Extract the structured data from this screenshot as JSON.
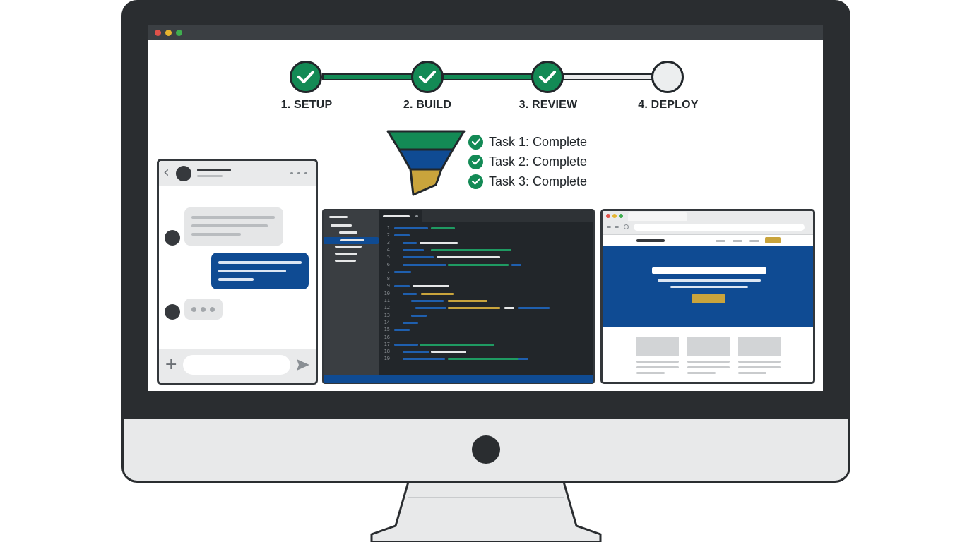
{
  "stepper": {
    "steps": [
      {
        "label": "1. SETUP",
        "status": "complete"
      },
      {
        "label": "2. BUILD",
        "status": "complete"
      },
      {
        "label": "3. REVIEW",
        "status": "complete"
      },
      {
        "label": "4. DEPLOY",
        "status": "pending"
      }
    ]
  },
  "tasks": [
    {
      "label": "Task 1: Complete"
    },
    {
      "label": "Task 2: Complete"
    },
    {
      "label": "Task 3: Complete"
    }
  ],
  "editor": {
    "line_numbers": [
      "1",
      "2",
      "3",
      "4",
      "5",
      "6",
      "7",
      "8",
      "9",
      "10",
      "11",
      "12",
      "13",
      "14",
      "15",
      "16",
      "17",
      "18",
      "19"
    ]
  },
  "icons": {
    "chat_back": "‹",
    "chat_add": "+",
    "chat_send": "send-icon",
    "check": "check-icon"
  },
  "colors": {
    "success": "#138a55",
    "primary": "#0f4b93",
    "accent": "#c9a43c",
    "bezel": "#2a2d30",
    "pending": "#eceeef"
  }
}
